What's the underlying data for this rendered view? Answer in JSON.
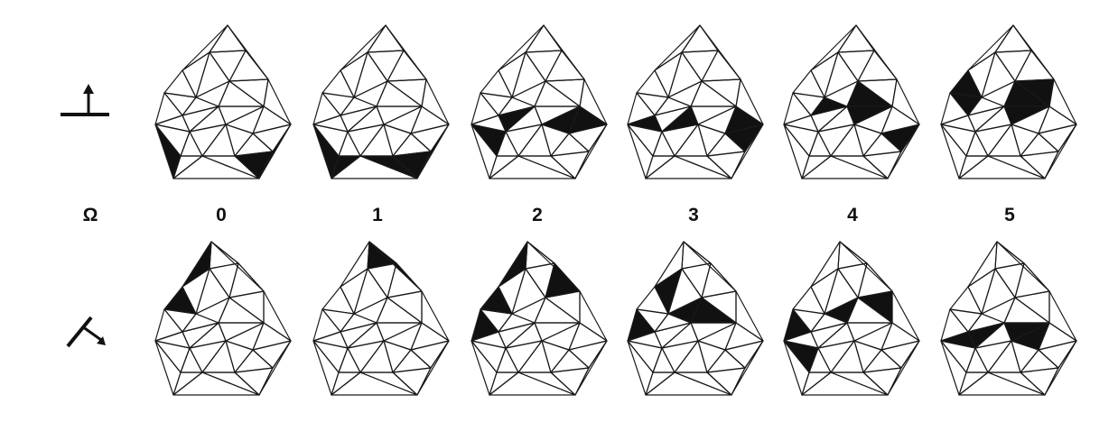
{
  "omega_label": "Ω",
  "sweep_levels": [
    "0",
    "1",
    "2",
    "3",
    "4",
    "5"
  ],
  "rows": [
    {
      "direction_icon": "arrow-up-icon",
      "sweep_direction_deg": 90
    },
    {
      "direction_icon": "arrow-down-right-icon",
      "sweep_direction_deg": -45
    }
  ],
  "colors": {
    "edge": "#1a1a1a",
    "fill": "#111111",
    "background": "#ffffff"
  }
}
